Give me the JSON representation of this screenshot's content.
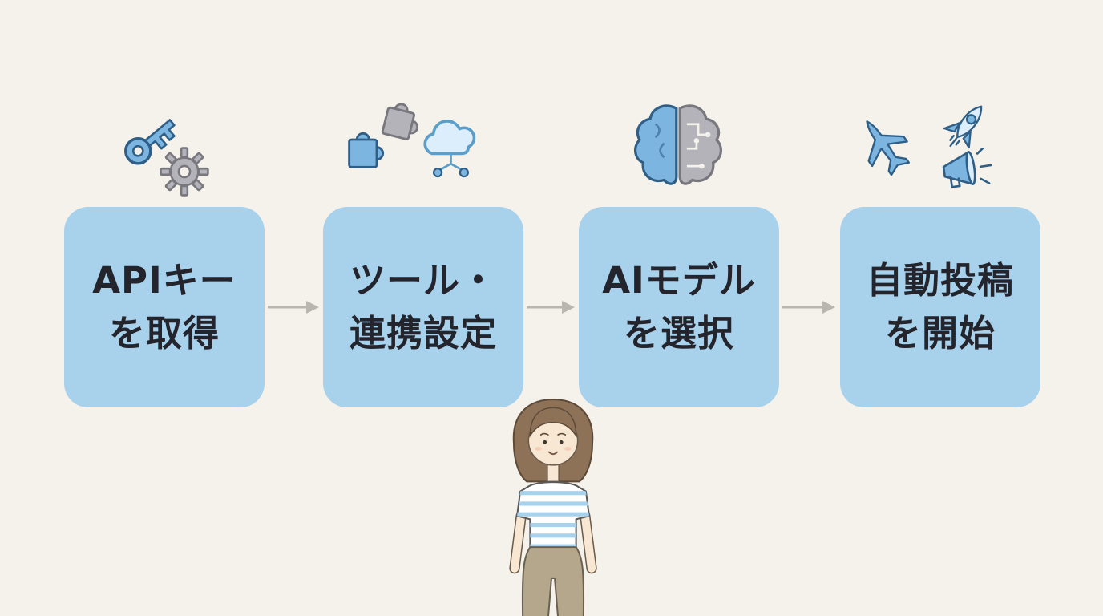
{
  "diagram": {
    "background": "#f5f2ec",
    "steps": [
      {
        "line1": "APIキー",
        "line2": "を取得",
        "icons": [
          "key-icon",
          "gear-icon"
        ]
      },
      {
        "line1": "ツール・",
        "line2": "連携設定",
        "icons": [
          "puzzle-pieces-icon",
          "cloud-network-icon"
        ]
      },
      {
        "line1": "AIモデル",
        "line2": "を選択",
        "icons": [
          "brain-circuit-icon"
        ]
      },
      {
        "line1": "自動投稿",
        "line2": "を開始",
        "icons": [
          "airplane-icon",
          "rocket-icon",
          "megaphone-icon"
        ]
      }
    ],
    "colors": {
      "box_fill": "#a8d1ec",
      "text": "#23242c",
      "arrow": "#b8b6ad",
      "icon_blue": "#7cb6e0",
      "icon_blue_light": "#dceefb",
      "icon_outline": "#2f5f86",
      "icon_gray": "#b3b3b9",
      "hair": "#8d7257",
      "skin": "#f8e7d2",
      "pants": "#b5a78c"
    },
    "illustration": "woman-standing"
  }
}
